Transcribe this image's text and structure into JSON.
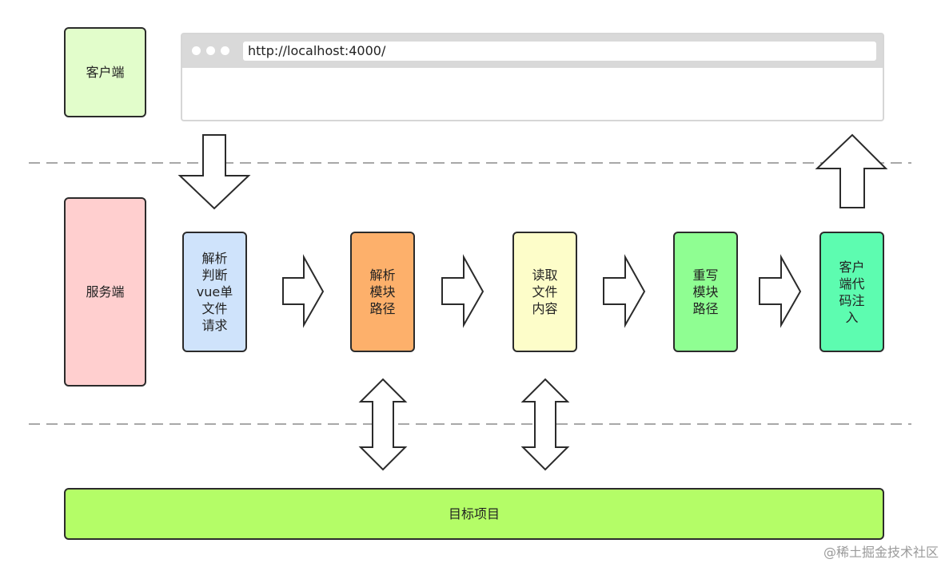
{
  "client": {
    "label": "客户端"
  },
  "server": {
    "label": "服务端"
  },
  "browser": {
    "url": "http://localhost:4000/"
  },
  "steps": [
    {
      "label": "解析\n判断\nvue单\n文件\n请求",
      "color": "#cfe3fb"
    },
    {
      "label": "解析\n模块\n路径",
      "color": "#fdb06b"
    },
    {
      "label": "读取\n文件\n内容",
      "color": "#fdfdc9"
    },
    {
      "label": "重写\n模块\n路径",
      "color": "#8ffe92"
    },
    {
      "label": "客户\n端代\n码注\n入",
      "color": "#5dfcb0"
    }
  ],
  "target": {
    "label": "目标项目"
  },
  "watermark": "@稀土掘金技术社区",
  "colors": {
    "client_bg": "#e2fdcb",
    "server_bg": "#ffcfcf",
    "target_bg": "#b4fd67",
    "dashed_line": "#8c8c8c"
  }
}
